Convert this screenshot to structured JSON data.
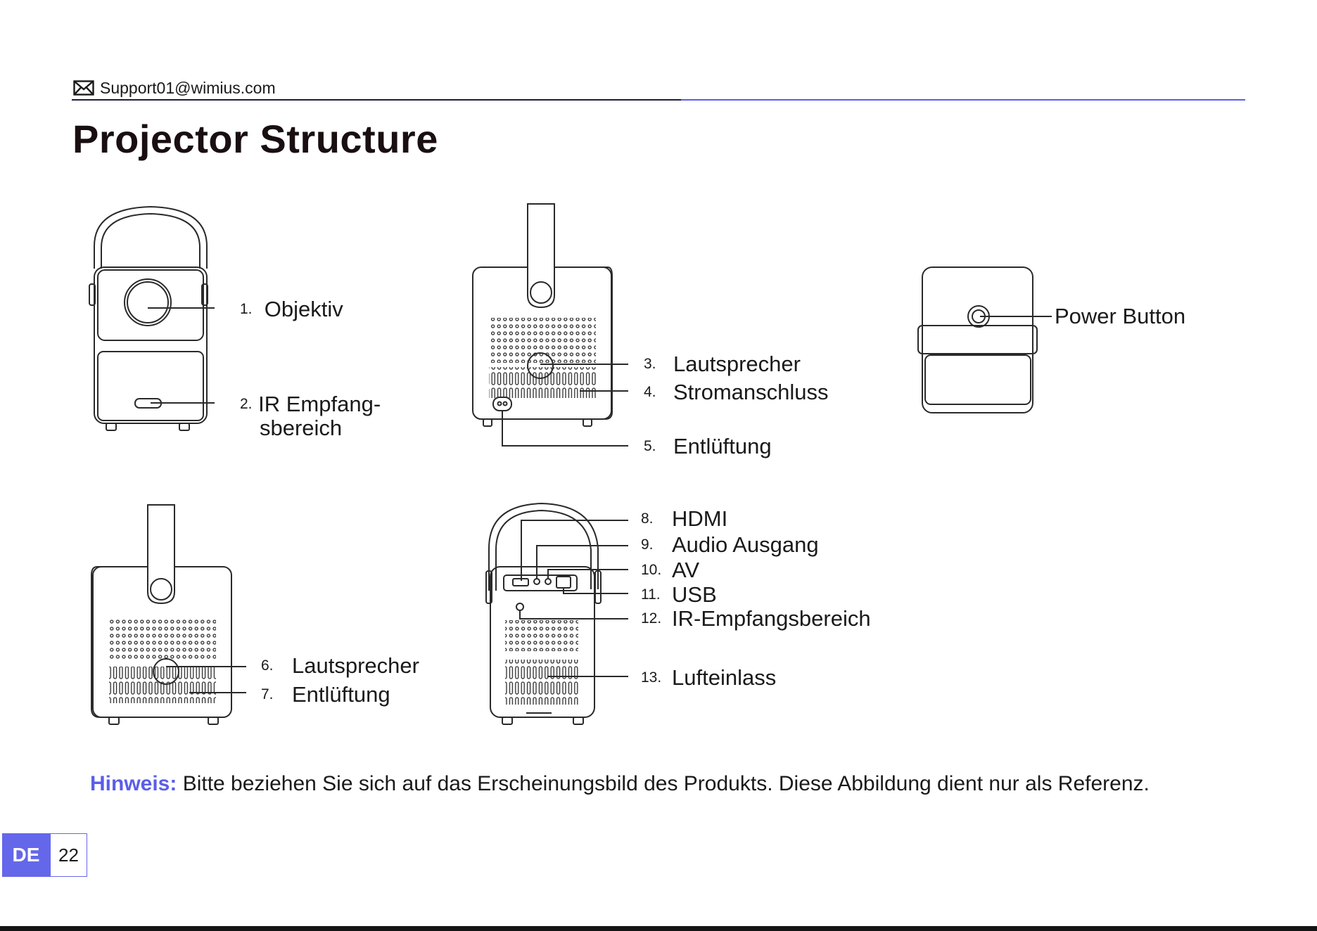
{
  "header": {
    "email": "Support01@wimius.com",
    "title": "Projector Structure"
  },
  "labels": {
    "objektiv": {
      "num": "1.",
      "text": "Objektiv"
    },
    "ir_empfang": {
      "num": "2.",
      "text": "IR Empfang-",
      "text2": "sbereich"
    },
    "lautsprecher_a": {
      "num": "3.",
      "text": "Lautsprecher"
    },
    "stromanschluss": {
      "num": "4.",
      "text": "Stromanschluss"
    },
    "entlueftung_a": {
      "num": "5.",
      "text": "Entlüftung"
    },
    "power_button": {
      "text": "Power Button"
    },
    "lautsprecher_b": {
      "num": "6.",
      "text": "Lautsprecher"
    },
    "entlueftung_b": {
      "num": "7.",
      "text": "Entlüftung"
    },
    "hdmi": {
      "num": "8.",
      "text": "HDMI"
    },
    "audio": {
      "num": "9.",
      "text": "Audio Ausgang"
    },
    "av": {
      "num": "10.",
      "text": "AV"
    },
    "usb": {
      "num": "11.",
      "text": "USB"
    },
    "ir_b": {
      "num": "12.",
      "text": "IR-Empfangsbereich"
    },
    "lufteinlass": {
      "num": "13.",
      "text": "Lufteinlass"
    }
  },
  "note": {
    "label": "Hinweis:",
    "text": " Bitte beziehen Sie sich auf das Erscheinungsbild des Produkts. Diese Abbildung dient nur als Referenz."
  },
  "footer": {
    "lang": "DE",
    "page": "22"
  },
  "colors": {
    "accent": "#5b5ee8",
    "text": "#1a1a1a"
  },
  "icons": {
    "email": "envelope-icon"
  }
}
